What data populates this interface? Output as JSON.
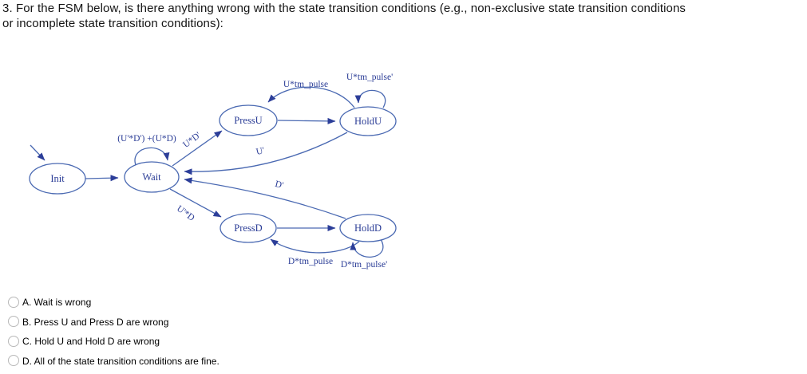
{
  "question": {
    "line1": "3. For the FSM below, is there anything wrong with the state transition conditions (e.g., non-exclusive state transition conditions",
    "line2": "or incomplete state transition conditions):"
  },
  "diagram": {
    "type": "fsm-state-diagram",
    "states": {
      "init": "Init",
      "wait": "Wait",
      "press_u": "PressU",
      "hold_u": "HoldU",
      "press_d": "PressD",
      "hold_d": "HoldD"
    },
    "edge_labels": {
      "wait_self": "(U'*D') +(U*D)",
      "wait_to_press_u": "U*D'",
      "hold_u_to_press_u": "U*tm_pulse",
      "hold_u_self": "U*tm_pulse'",
      "hold_u_to_wait": "U'",
      "wait_to_press_d": "U'*D",
      "hold_d_to_wait": "D'",
      "hold_d_to_press_d": "D*tm_pulse",
      "hold_d_self": "D*tm_pulse'"
    },
    "colors": {
      "node_stroke": "#4a69b2",
      "edge_stroke": "#4a69b2",
      "label_text": "#2a3c96",
      "arrowhead": "#2c3e99"
    }
  },
  "options": [
    {
      "label": "A. Wait is wrong"
    },
    {
      "label": "B. Press U and Press D are wrong"
    },
    {
      "label": "C. Hold U and Hold D are wrong"
    },
    {
      "label": "D. All of the state transition conditions are fine."
    }
  ]
}
